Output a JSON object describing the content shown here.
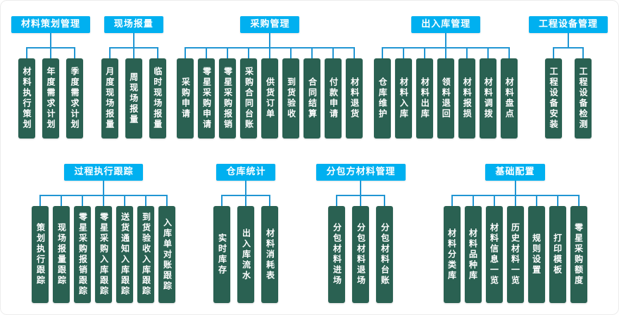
{
  "colors": {
    "header_bg": "#00b0f0",
    "child_bg": "#2a6152",
    "line": "#2196d3",
    "text": "#ffffff"
  },
  "rows": [
    {
      "groups": [
        {
          "id": "material-planning",
          "title": "材料策划管理",
          "children": [
            "材料执行策划",
            "年度需求计划",
            "季度需求计划"
          ]
        },
        {
          "id": "site-reporting",
          "title": "现场报量",
          "children": [
            "月度现场报量",
            "周现场报量",
            "临时现场报量"
          ]
        },
        {
          "id": "procurement",
          "title": "采购管理",
          "children": [
            "采购申请",
            "零星采购申请",
            "零星采购报销",
            "采购合同台账",
            "供货订单",
            "到货验收",
            "合同结算",
            "付款申请",
            "材料退货"
          ]
        },
        {
          "id": "warehouse-io",
          "title": "出入库管理",
          "children": [
            "仓库维护",
            "材料入库",
            "材料出库",
            "领料退回",
            "材料报损",
            "材料调拨",
            "材料盘点"
          ]
        },
        {
          "id": "equipment",
          "title": "工程设备管理",
          "children": [
            "工程设备安装",
            "工程设备检测"
          ]
        }
      ]
    },
    {
      "groups": [
        {
          "id": "process-tracking",
          "title": "过程执行跟踪",
          "children": [
            "策划执行跟踪",
            "现场报量跟踪",
            "零星采购报销跟踪",
            "零星采购入库跟踪",
            "送货通知入库跟踪",
            "到货验收入库跟踪",
            "入库单对账跟踪"
          ]
        },
        {
          "id": "warehouse-stats",
          "title": "仓库统计",
          "children": [
            "实时库存",
            "出入库流水",
            "材料消耗表"
          ]
        },
        {
          "id": "subcontractor-material",
          "title": "分包方材料管理",
          "children": [
            "分包材料进场",
            "分包材料退场",
            "分包材料台账"
          ]
        },
        {
          "id": "basic-config",
          "title": "基础配置",
          "children": [
            "材料分类库",
            "材料品种库",
            "材料信息一览",
            "历史材料一览",
            "规则设置",
            "打印模板",
            "零星采购额度"
          ]
        }
      ]
    }
  ]
}
